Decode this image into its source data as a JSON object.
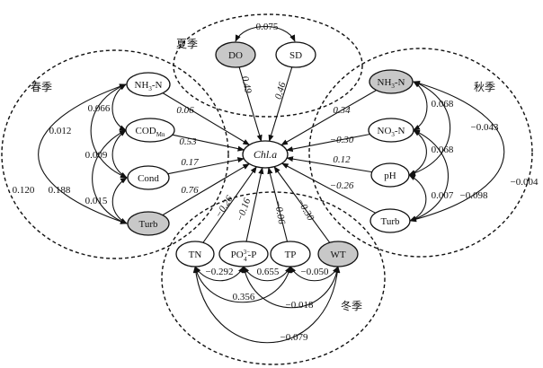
{
  "center": {
    "label": "Chl.a",
    "fill": "#ffffff"
  },
  "shade_color": "#c8c8c8",
  "groups": [
    {
      "id": "summer",
      "label": "夏季"
    },
    {
      "id": "spring",
      "label": "春季"
    },
    {
      "id": "autumn",
      "label": "秋季"
    },
    {
      "id": "winter",
      "label": "冬季"
    }
  ],
  "nodes": [
    {
      "id": "do",
      "label": "DO",
      "shaded": true
    },
    {
      "id": "sd",
      "label": "SD",
      "shaded": false
    },
    {
      "id": "nh3_sp",
      "label": "NH3-N",
      "shaded": false
    },
    {
      "id": "codmn",
      "label": "CODMn",
      "shaded": false
    },
    {
      "id": "cond",
      "label": "Cond",
      "shaded": false
    },
    {
      "id": "turb_sp",
      "label": "Turb",
      "shaded": true
    },
    {
      "id": "nh3_au",
      "label": "NH3-N",
      "shaded": true
    },
    {
      "id": "no3",
      "label": "NO3-N",
      "shaded": false
    },
    {
      "id": "ph",
      "label": "pH",
      "shaded": false
    },
    {
      "id": "turb_au",
      "label": "Turb",
      "shaded": false
    },
    {
      "id": "tn",
      "label": "TN",
      "shaded": false
    },
    {
      "id": "po4",
      "label": "PO43--P",
      "shaded": false
    },
    {
      "id": "tp",
      "label": "TP",
      "shaded": false
    },
    {
      "id": "wt",
      "label": "WT",
      "shaded": true
    }
  ],
  "paths": [
    {
      "from": "do",
      "coef": "0.49"
    },
    {
      "from": "sd",
      "coef": "0.46"
    },
    {
      "from": "nh3_sp",
      "coef": "0.06"
    },
    {
      "from": "codmn",
      "coef": "0.53"
    },
    {
      "from": "cond",
      "coef": "0.17"
    },
    {
      "from": "turb_sp",
      "coef": "0.76"
    },
    {
      "from": "nh3_au",
      "coef": "0.34"
    },
    {
      "from": "no3",
      "coef": "−0.30"
    },
    {
      "from": "ph",
      "coef": "0.12"
    },
    {
      "from": "turb_au",
      "coef": "−0.26"
    },
    {
      "from": "tn",
      "coef": "−0.26"
    },
    {
      "from": "po4",
      "coef": "−0.16"
    },
    {
      "from": "tp",
      "coef": "−0.06"
    },
    {
      "from": "wt",
      "coef": "−0.30"
    }
  ],
  "correlations": [
    {
      "a": "do",
      "b": "sd",
      "value": "0.075"
    },
    {
      "a": "nh3_sp",
      "b": "codmn",
      "value": "0.066"
    },
    {
      "a": "codmn",
      "b": "cond",
      "value": "0.009"
    },
    {
      "a": "cond",
      "b": "turb_sp",
      "value": "0.015"
    },
    {
      "a": "nh3_sp",
      "b": "cond",
      "value": "0.012"
    },
    {
      "a": "codmn",
      "b": "turb_sp",
      "value": "0.188"
    },
    {
      "a": "nh3_sp",
      "b": "turb_sp",
      "value": "0.120"
    },
    {
      "a": "nh3_au",
      "b": "no3",
      "value": "0.068"
    },
    {
      "a": "no3",
      "b": "ph",
      "value": "0.068"
    },
    {
      "a": "ph",
      "b": "turb_au",
      "value": "0.007"
    },
    {
      "a": "nh3_au",
      "b": "ph",
      "value": "−0.043"
    },
    {
      "a": "no3",
      "b": "turb_au",
      "value": "−0.098"
    },
    {
      "a": "nh3_au",
      "b": "turb_au",
      "value": "−0.004"
    },
    {
      "a": "tn",
      "b": "po4",
      "value": "−0.292"
    },
    {
      "a": "po4",
      "b": "tp",
      "value": "0.655"
    },
    {
      "a": "tp",
      "b": "wt",
      "value": "−0.050"
    },
    {
      "a": "tn",
      "b": "tp",
      "value": "0.356"
    },
    {
      "a": "po4",
      "b": "wt",
      "value": "−0.018"
    },
    {
      "a": "tn",
      "b": "wt",
      "value": "−0.079"
    }
  ]
}
